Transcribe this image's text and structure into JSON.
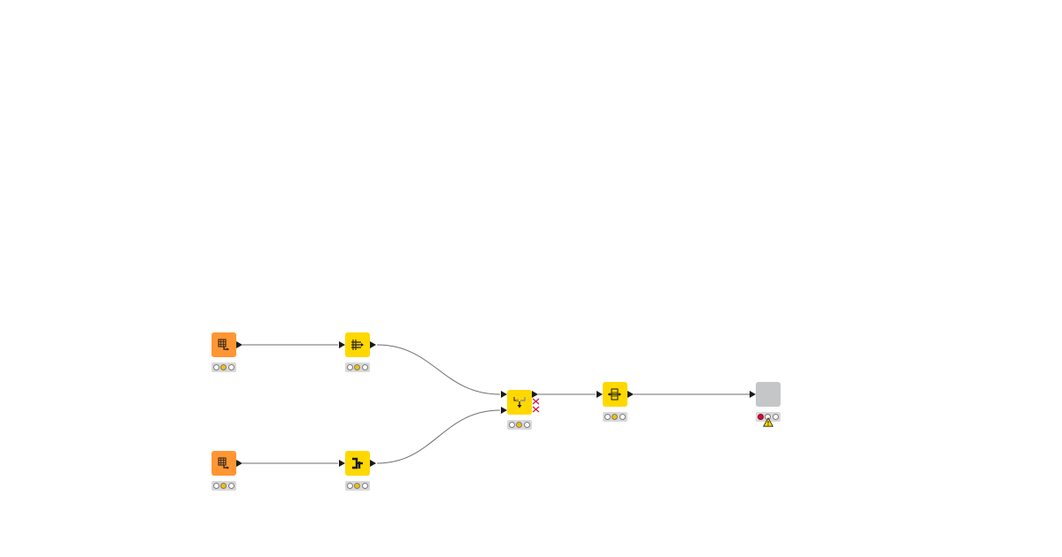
{
  "workflow": {
    "nodes": [
      {
        "id": "table-creator-1",
        "kind": "source",
        "icon": "table-arrow-icon",
        "color": "#ff9632",
        "ports_in": 0,
        "ports_out": 1,
        "status": [
          "off",
          "yellow",
          "off"
        ]
      },
      {
        "id": "column-filter",
        "kind": "manipulator",
        "icon": "column-filter-icon",
        "color": "#ffd800",
        "ports_in": 1,
        "ports_out": 1,
        "status": [
          "off",
          "yellow",
          "off"
        ]
      },
      {
        "id": "table-creator-2",
        "kind": "source",
        "icon": "table-arrow-icon",
        "color": "#ff9632",
        "ports_in": 0,
        "ports_out": 1,
        "status": [
          "off",
          "yellow",
          "off"
        ]
      },
      {
        "id": "column-rename",
        "kind": "manipulator",
        "icon": "column-rename-icon",
        "color": "#ffd800",
        "ports_in": 1,
        "ports_out": 1,
        "status": [
          "off",
          "yellow",
          "off"
        ]
      },
      {
        "id": "joiner",
        "kind": "manipulator",
        "icon": "joiner-icon",
        "color": "#ffd800",
        "ports_in": 2,
        "ports_out": 1,
        "status": [
          "off",
          "yellow",
          "off"
        ],
        "inactive_outputs": true
      },
      {
        "id": "row-filter",
        "kind": "manipulator",
        "icon": "row-filter-icon",
        "color": "#ffd800",
        "ports_in": 1,
        "ports_out": 1,
        "status": [
          "off",
          "yellow",
          "off"
        ]
      },
      {
        "id": "missing-node",
        "kind": "missing",
        "icon": "",
        "color": "#c4c6c8",
        "ports_in": 1,
        "ports_out": 0,
        "status": [
          "red",
          "off",
          "off"
        ],
        "warning": true
      }
    ],
    "colors": {
      "source": "#ff9632",
      "manipulator": "#ffd800",
      "missing": "#c4c6c8",
      "status_yellow": "#f5c000",
      "status_red": "#d0103a",
      "connection": "#6e6e6e",
      "port": "#1a1a1a",
      "warning": "#ffd800",
      "inactive_x": "#d0103a"
    }
  }
}
